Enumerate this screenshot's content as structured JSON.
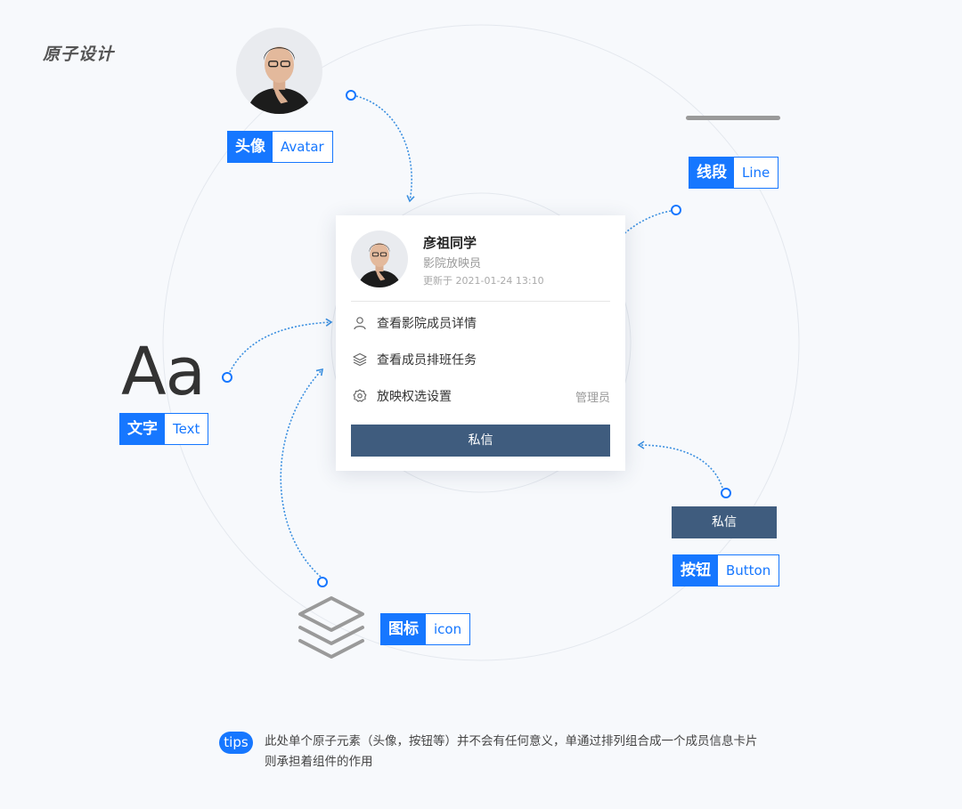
{
  "page_title": "原子设计",
  "labels": {
    "avatar": {
      "zh": "头像",
      "en": "Avatar"
    },
    "line": {
      "zh": "线段",
      "en": "Line"
    },
    "text": {
      "zh": "文字",
      "en": "Text"
    },
    "button": {
      "zh": "按钮",
      "en": "Button"
    },
    "icon": {
      "zh": "图标",
      "en": "icon"
    }
  },
  "text_sample": "Aa",
  "button_sample_label": "私信",
  "card": {
    "name": "彦祖同学",
    "role": "影院放映员",
    "updated": "更新于 2021-01-24 13:10",
    "menu": [
      {
        "icon": "user-icon",
        "label": "查看影院成员详情"
      },
      {
        "icon": "layers-icon",
        "label": "查看成员排班任务"
      },
      {
        "icon": "settings-badge-icon",
        "label": "放映权选设置",
        "badge": "管理员"
      }
    ],
    "button_label": "私信"
  },
  "tips": {
    "label": "tips",
    "text": "此处单个原子元素（头像，按钮等）并不会有任何意义，单通过排列组合成一个成员信息卡片则承担着组件的作用"
  },
  "colors": {
    "accent": "#1677ff",
    "button": "#3f5c7e",
    "arrow": "#3a8fe0"
  }
}
